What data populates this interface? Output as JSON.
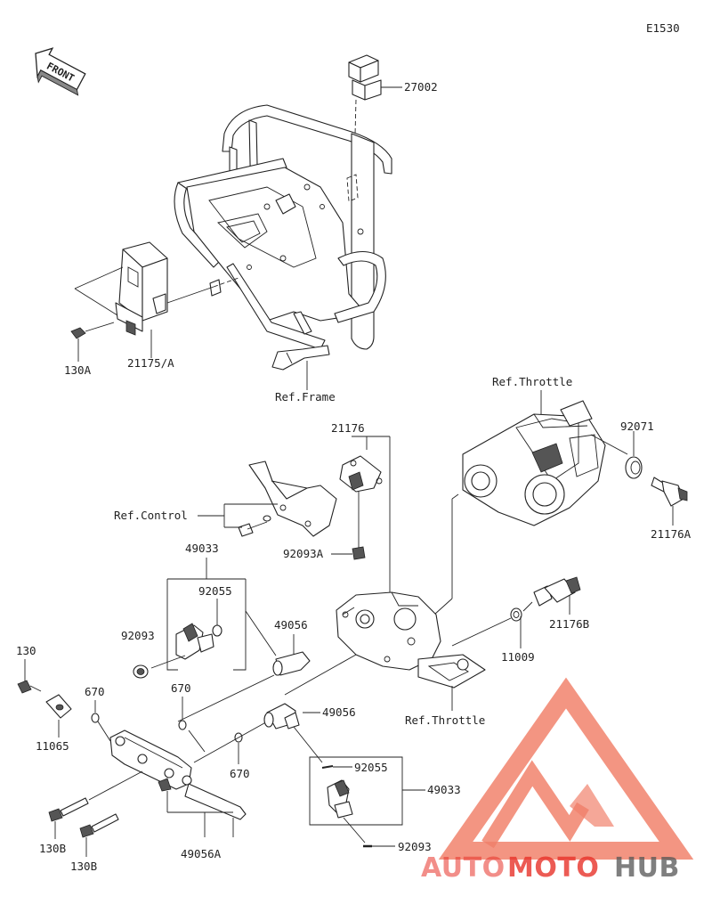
{
  "diagram": {
    "code": "E1530",
    "front_label": "FRONT",
    "labels": {
      "p27002": "27002",
      "p130A": "130A",
      "p21175A": "21175/A",
      "refFrame": "Ref.Frame",
      "refThrottleTop": "Ref.Throttle",
      "p92071": "92071",
      "p21176": "21176",
      "refControl": "Ref.Control",
      "p49033a": "49033",
      "p92093A": "92093A",
      "p21176A": "21176A",
      "p92055a": "92055",
      "p92093a": "92093",
      "p49056a": "49056",
      "p21176B": "21176B",
      "p130": "130",
      "p670a": "670",
      "p670b": "670",
      "p11009": "11009",
      "p11065": "11065",
      "p49056b": "49056",
      "refThrottleBottom": "Ref.Throttle",
      "p670c": "670",
      "p92055b": "92055",
      "p49033b": "49033",
      "p130Ba": "130B",
      "p130Bb": "130B",
      "p49056A": "49056A",
      "p92093b": "92093"
    }
  },
  "watermark": {
    "auto": "AUTO",
    "moto": "MOTO",
    "hub": "HUB",
    "colors": {
      "primary": "#e8332a",
      "light": "#f08a6a",
      "hub": "#555555"
    }
  }
}
